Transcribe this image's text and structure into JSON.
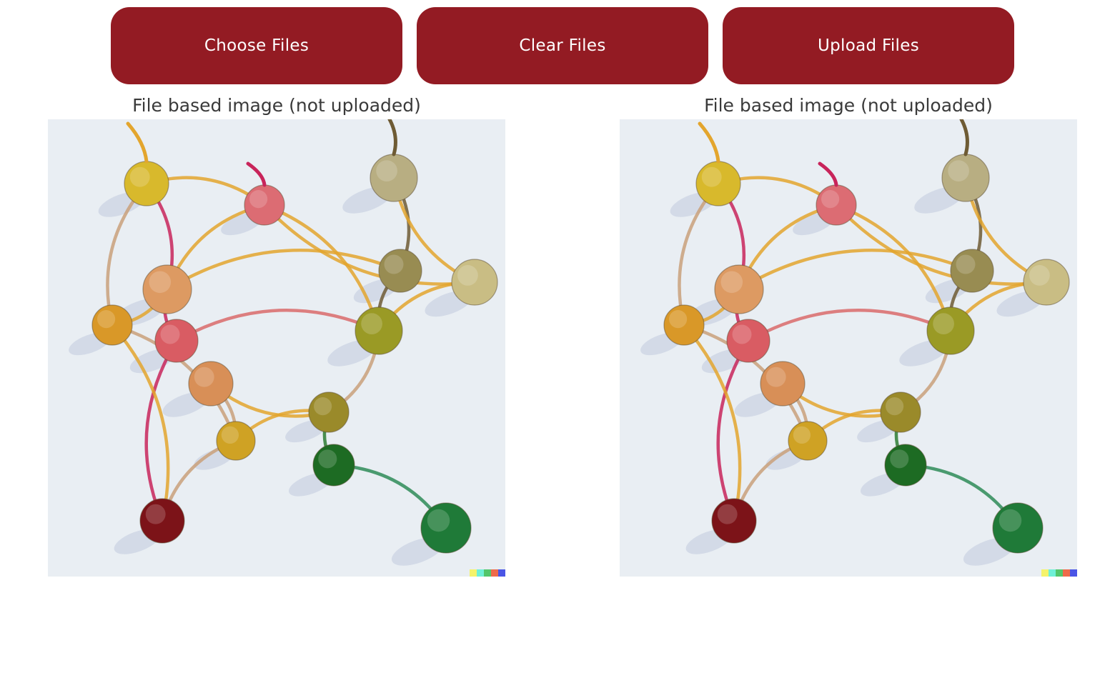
{
  "toolbar": {
    "choose_label": "Choose Files",
    "clear_label": "Clear Files",
    "upload_label": "Upload Files"
  },
  "images": [
    {
      "caption": "File based image (not uploaded)",
      "subject": "watercolor painting of connected nodes"
    },
    {
      "caption": "File based image (not uploaded)",
      "subject": "watercolor painting of connected nodes"
    }
  ],
  "colors": {
    "button_bg": "#931b23",
    "button_text": "#ffffff",
    "caption_text": "#3a3a3a",
    "paper": "#e9eef3"
  }
}
